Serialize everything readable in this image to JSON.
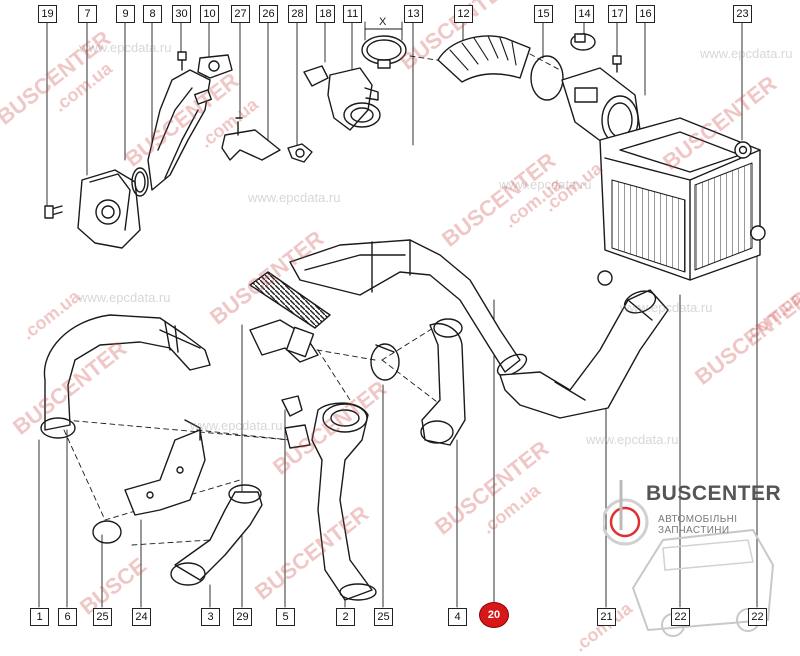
{
  "callouts": {
    "top": [
      "19",
      "7",
      "9",
      "8",
      "30",
      "10",
      "27",
      "26",
      "28",
      "18",
      "11",
      "13",
      "12",
      "15",
      "14",
      "17",
      "16",
      "23"
    ],
    "bottom": [
      "1",
      "6",
      "25",
      "24",
      "3",
      "29",
      "5",
      "2",
      "25",
      "4",
      "20",
      "21",
      "22",
      "22"
    ]
  },
  "highlighted_callout": "20",
  "dimension_label": "X",
  "watermarks": {
    "busc": "BUSCENTER",
    "domain": ".com.ua",
    "epc": "www.epcdata.ru",
    "busce": "BUSCE"
  },
  "brand": {
    "name": "BUSCENTER",
    "subtitle": "АВТОМОБІЛЬНІ ЗАПЧАСТИНИ"
  },
  "colors": {
    "line": "#1a1a1a",
    "highlight": "#d81818",
    "watermark": "#cd4646"
  }
}
